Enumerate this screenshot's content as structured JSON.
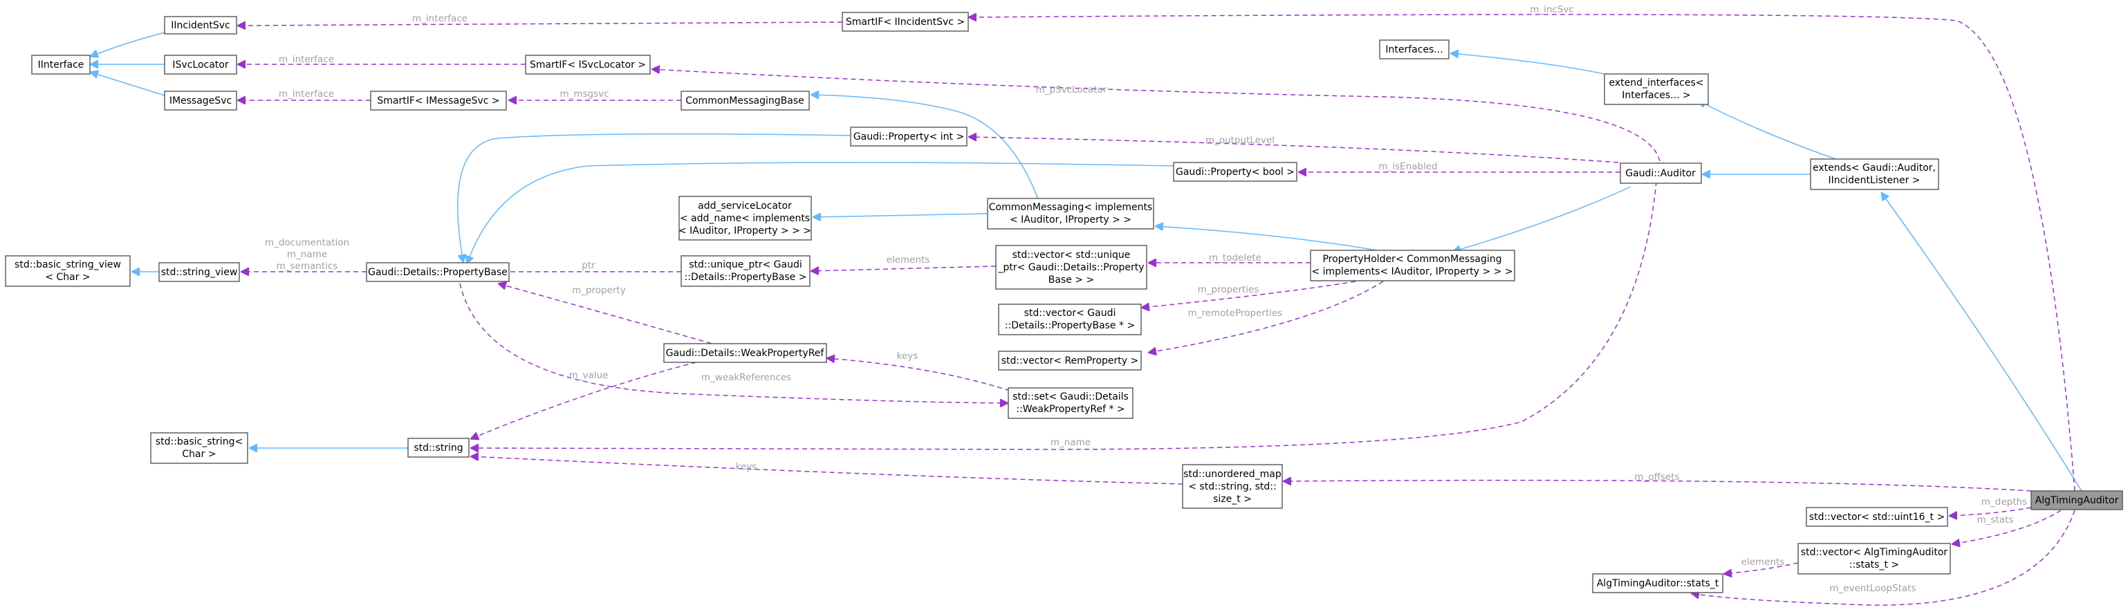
{
  "nodes": {
    "IIncidentSvc": "IIncidentSvc",
    "IInterface": "IInterface",
    "ISvcLocator": "ISvcLocator",
    "IMessageSvc": "IMessageSvc",
    "SmartIF_IIncidentSvc": "SmartIF< IIncidentSvc >",
    "SmartIF_ISvcLocator": "SmartIF< ISvcLocator >",
    "SmartIF_IMessageSvc": "SmartIF< IMessageSvc >",
    "CommonMessagingBase": "CommonMessagingBase",
    "Interfaces": "Interfaces...",
    "extend_interfaces": [
      "extend_interfaces<",
      "Interfaces... >"
    ],
    "Property_int": "Gaudi::Property< int >",
    "Property_bool": "Gaudi::Property< bool >",
    "Auditor": "Gaudi::Auditor",
    "extends": [
      "extends< Gaudi::Auditor,",
      "IIncidentListener >"
    ],
    "add_serviceLocator": [
      "add_serviceLocator",
      "< add_name< implements",
      "< IAuditor, IProperty > > >"
    ],
    "CommonMessaging": [
      "CommonMessaging< implements",
      "< IAuditor, IProperty > >"
    ],
    "basic_string_view": [
      "std::basic_string_view",
      "< Char >"
    ],
    "string_view": "std::string_view",
    "PropertyBase": "Gaudi::Details::PropertyBase",
    "unique_ptr": [
      "std::unique_ptr< Gaudi",
      "::Details::PropertyBase >"
    ],
    "vector_unique_ptr": [
      "std::vector< std::unique",
      "_ptr< Gaudi::Details::Property",
      "Base > >"
    ],
    "PropertyHolder": [
      "PropertyHolder< CommonMessaging",
      "< implements< IAuditor, IProperty > > >"
    ],
    "vector_PropertyBase_ptr": [
      "std::vector< Gaudi",
      "::Details::PropertyBase * >"
    ],
    "vector_RemProperty": "std::vector< RemProperty >",
    "WeakPropertyRef": "Gaudi::Details::WeakPropertyRef",
    "set_WeakPropertyRef": [
      "std::set< Gaudi::Details",
      "::WeakPropertyRef * >"
    ],
    "basic_string": [
      "std::basic_string<",
      "Char >"
    ],
    "string": "std::string",
    "unordered_map": [
      "std::unordered_map",
      "< std::string, std::",
      "size_t >"
    ],
    "AlgTimingAuditor": "AlgTimingAuditor",
    "vector_uint16": "std::vector< std::uint16_t >",
    "vector_stats": [
      "std::vector< AlgTimingAuditor",
      "::stats_t >"
    ],
    "stats_t": "AlgTimingAuditor::stats_t"
  },
  "edge_labels": {
    "m_incSvc": "m_incSvc",
    "m_interface_1": "m_interface",
    "m_interface_2": "m_interface",
    "m_interface_3": "m_interface",
    "m_msgsvc": "m_msgsvc",
    "m_pSvcLocator": "m_pSvcLocator",
    "m_outputLevel": "m_outputLevel",
    "m_isEnabled": "m_isEnabled",
    "m_documentation": "m_documentation",
    "m_name_sv": "m_name",
    "m_semantics": "m_semantics",
    "ptr": "ptr",
    "elements_1": "elements",
    "m_todelete": "m_todelete",
    "m_properties": "m_properties",
    "m_remoteProperties": "m_remoteProperties",
    "m_property": "m_property",
    "keys_1": "keys",
    "m_weakReferences": "m_weakReferences",
    "m_value": "m_value",
    "m_name": "m_name",
    "keys_2": "keys",
    "m_offsets": "m_offsets",
    "m_depths": "m_depths",
    "m_stats": "m_stats",
    "elements_2": "elements",
    "m_eventLoopStats": "m_eventLoopStats"
  },
  "colors": {
    "inheritance": "#63b8ff",
    "member": "#9a32cd",
    "label": "#a0a0a0",
    "root_fill": "#999999"
  }
}
